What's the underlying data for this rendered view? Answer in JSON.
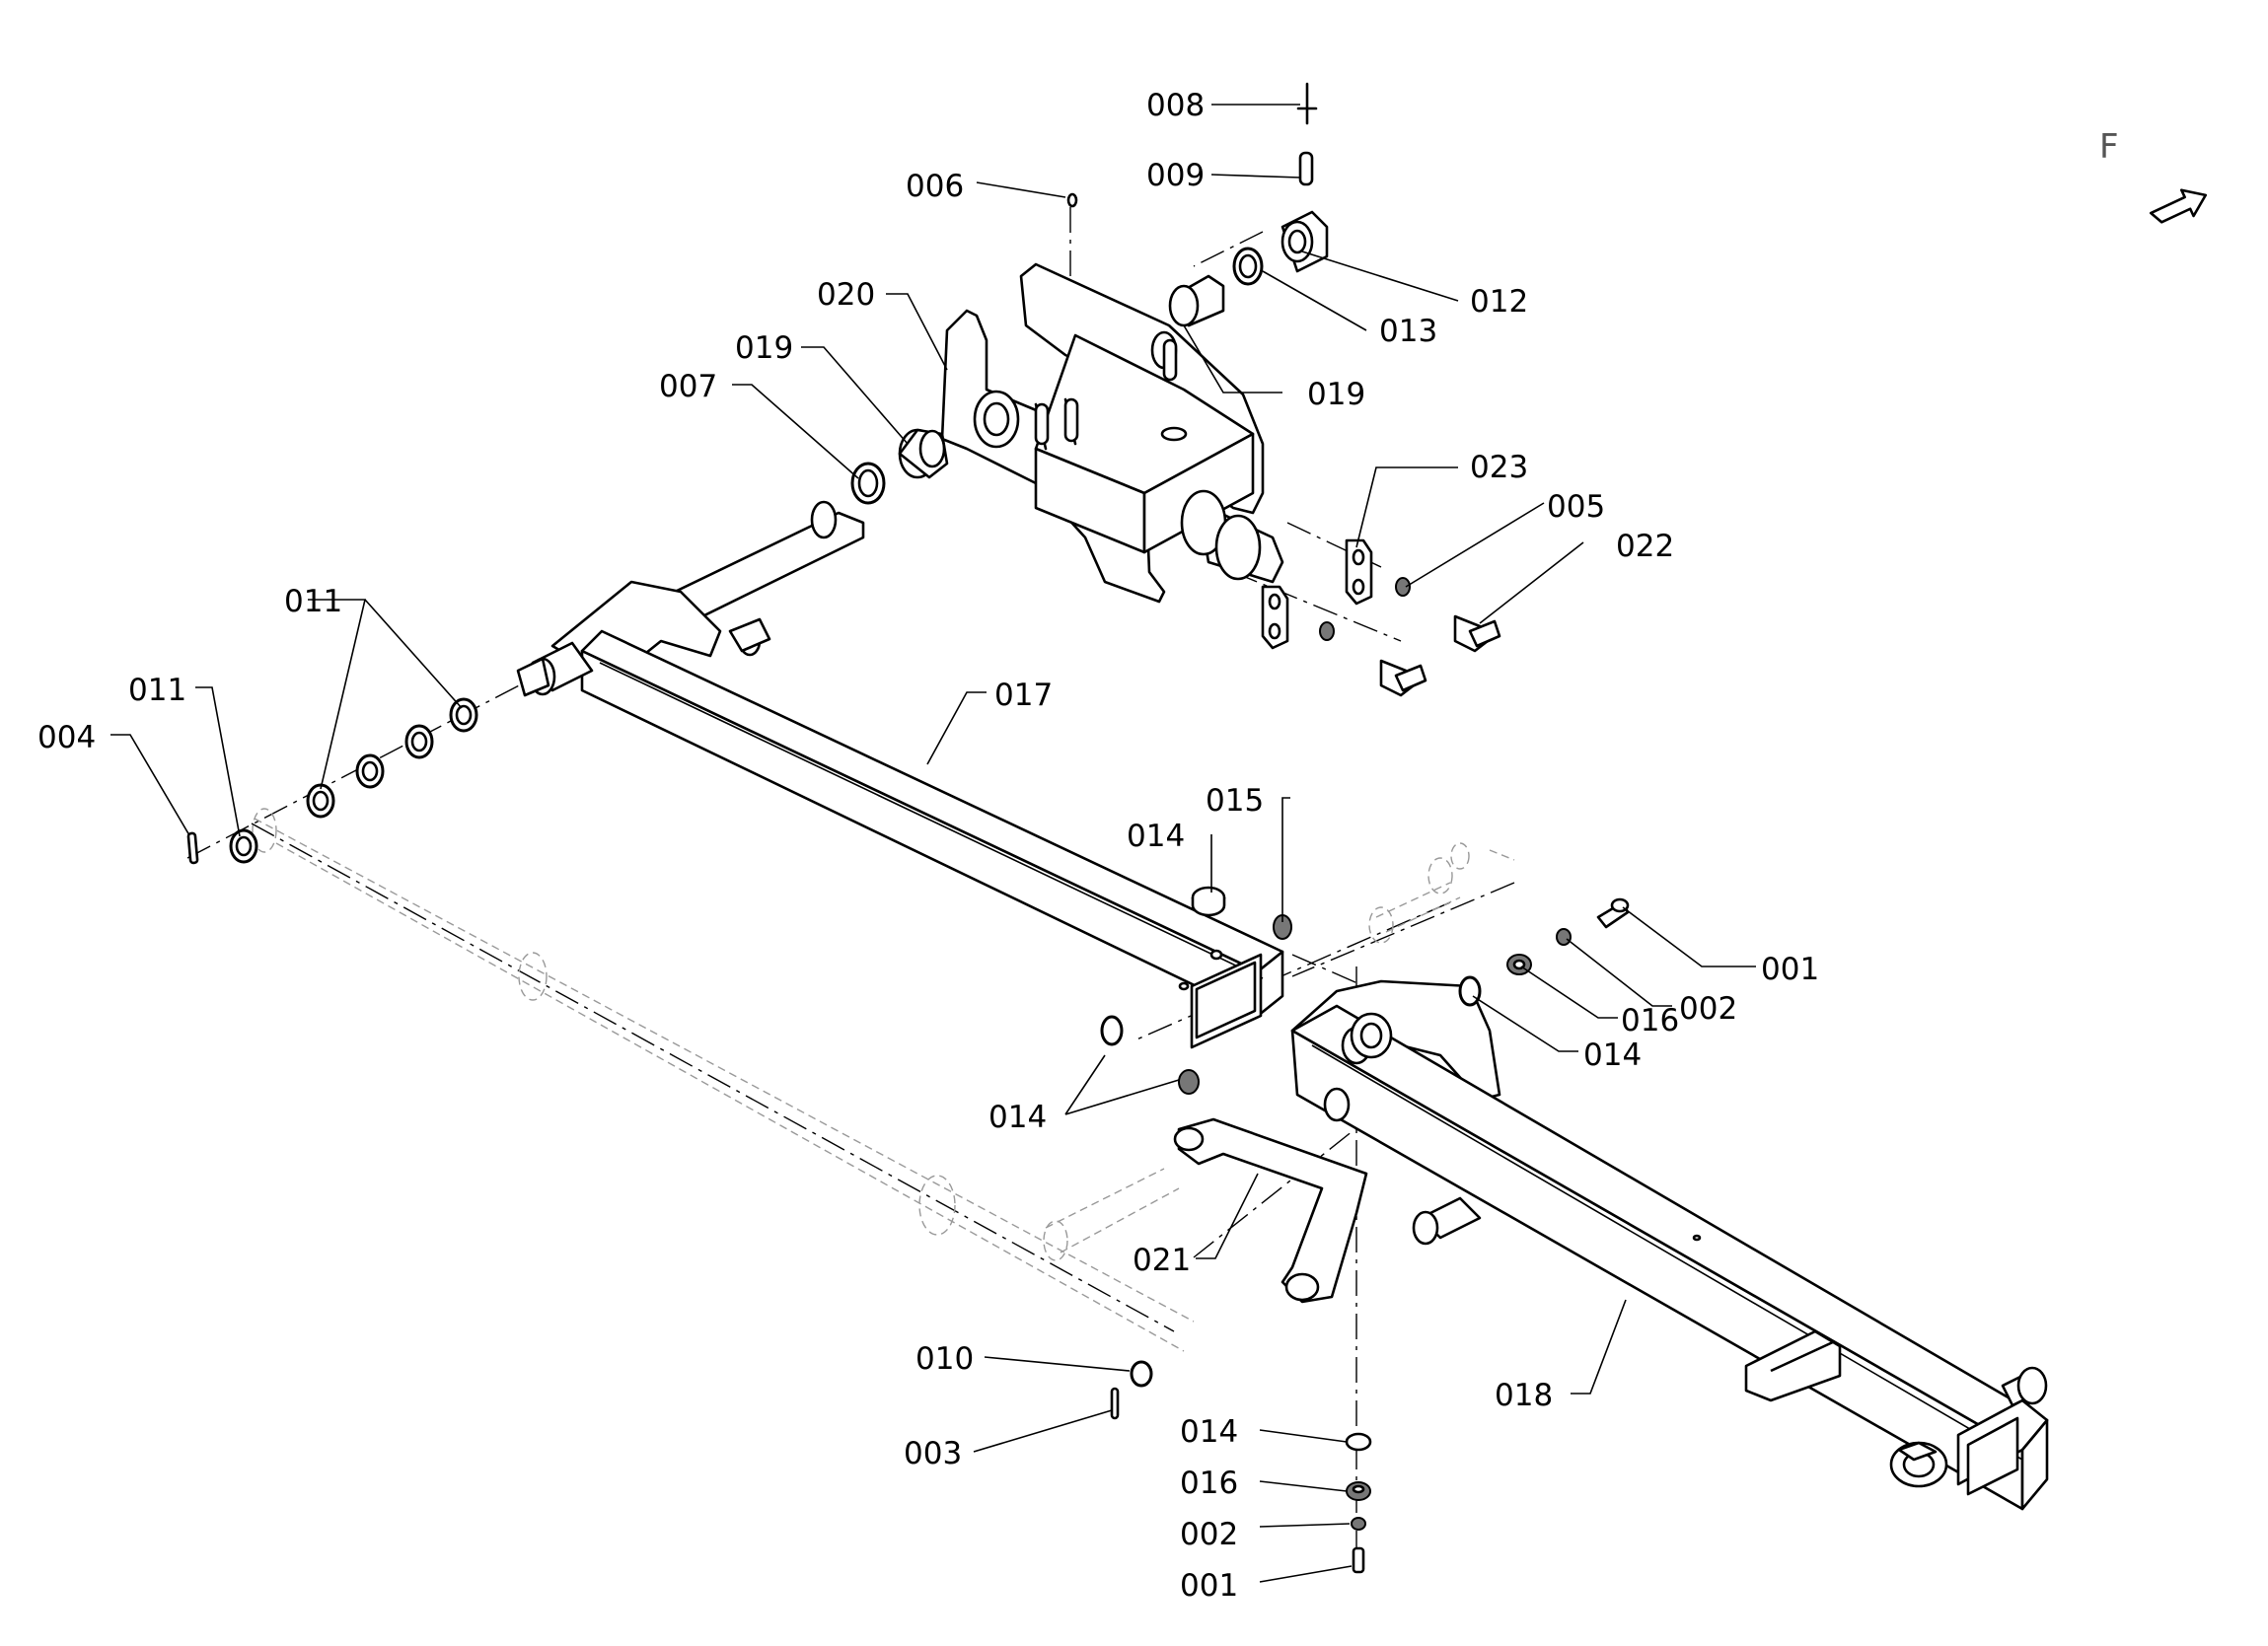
{
  "corner_mark": "F",
  "callouts": {
    "c001a": "001",
    "c001b": "001",
    "c002a": "002",
    "c002b": "002",
    "c003": "003",
    "c004": "004",
    "c005": "005",
    "c006": "006",
    "c007": "007",
    "c008": "008",
    "c009": "009",
    "c010": "010",
    "c011a": "011",
    "c011b": "011",
    "c012": "012",
    "c013": "013",
    "c014a": "014",
    "c014b": "014",
    "c014c": "014",
    "c014d": "014",
    "c015": "015",
    "c016a": "016",
    "c016b": "016",
    "c017": "017",
    "c018": "018",
    "c019a": "019",
    "c019b": "019",
    "c020": "020",
    "c021": "021",
    "c022": "022",
    "c023": "023"
  },
  "icons": {
    "orientation": "view-direction-arrow-icon"
  }
}
